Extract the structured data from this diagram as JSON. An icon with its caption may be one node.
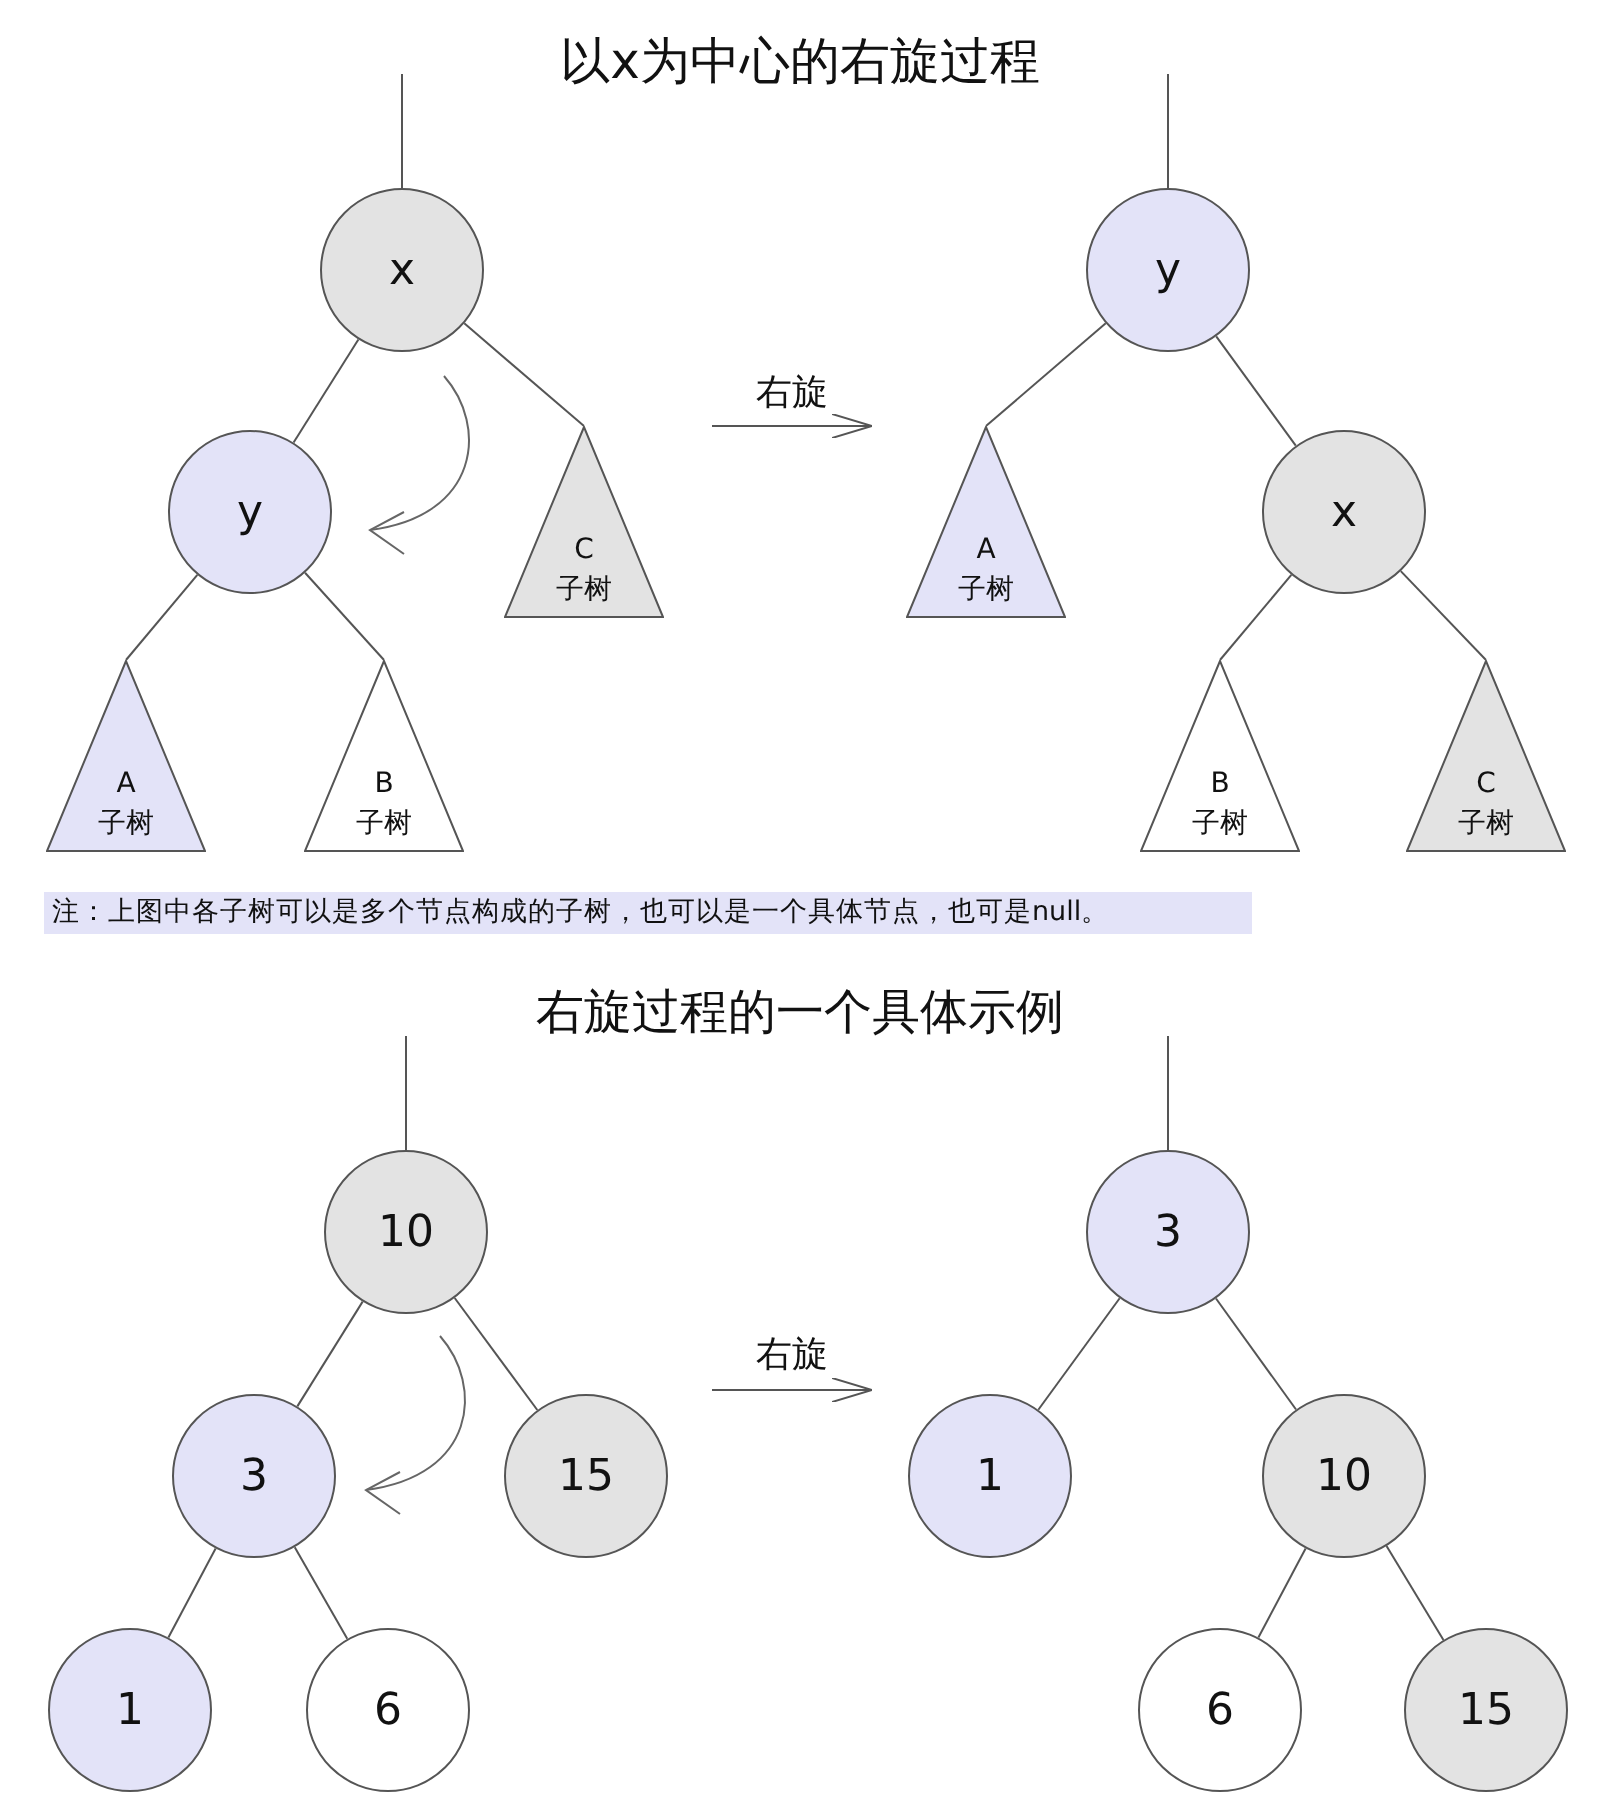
{
  "diagram": {
    "title": "以x为中心的右旋过程",
    "nodes": [
      {
        "text": [
          "x"
        ]
      },
      {
        "text": [
          "y"
        ]
      },
      {
        "text": [
          "C",
          "子树"
        ]
      },
      {
        "text": [
          "A",
          "子树"
        ]
      },
      {
        "text": [
          "B",
          "子树"
        ]
      },
      {
        "text": [
          "y"
        ]
      },
      {
        "text": [
          "A",
          "子树"
        ]
      },
      {
        "text": [
          "x"
        ]
      },
      {
        "text": [
          "B",
          "子树"
        ]
      },
      {
        "text": [
          "C",
          "子树"
        ]
      },
      {
        "text": [
          "10"
        ]
      },
      {
        "text": [
          "3"
        ]
      },
      {
        "text": [
          "15"
        ]
      },
      {
        "text": [
          "1"
        ]
      },
      {
        "text": [
          "6"
        ]
      },
      {
        "text": [
          "3"
        ]
      },
      {
        "text": [
          "1"
        ]
      },
      {
        "text": [
          "10"
        ]
      },
      {
        "text": [
          "6"
        ]
      },
      {
        "text": [
          "15"
        ]
      }
    ],
    "edges": [
      {
        "from": null,
        "to": 0,
        "arrow": "none"
      },
      {
        "from": 0,
        "to": 1,
        "arrow": "none"
      },
      {
        "from": 0,
        "to": 2,
        "arrow": "none"
      },
      {
        "from": 1,
        "to": 3,
        "arrow": "none"
      },
      {
        "from": 1,
        "to": 4,
        "arrow": "none"
      },
      {
        "from": null,
        "to": 5,
        "arrow": "none"
      },
      {
        "from": 5,
        "to": 6,
        "arrow": "none"
      },
      {
        "from": 5,
        "to": 7,
        "arrow": "none"
      },
      {
        "from": 7,
        "to": 8,
        "arrow": "none"
      },
      {
        "from": 7,
        "to": 9,
        "arrow": "none"
      },
      {
        "from": null,
        "to": 10,
        "arrow": "none"
      },
      {
        "from": 10,
        "to": 11,
        "arrow": "none"
      },
      {
        "from": 10,
        "to": 12,
        "arrow": "none"
      },
      {
        "from": 11,
        "to": 13,
        "arrow": "none"
      },
      {
        "from": 11,
        "to": 14,
        "arrow": "none"
      },
      {
        "from": null,
        "to": 15,
        "arrow": "none"
      },
      {
        "from": 15,
        "to": 16,
        "arrow": "none"
      },
      {
        "from": 15,
        "to": 17,
        "arrow": "none"
      },
      {
        "from": 17,
        "to": 18,
        "arrow": "none"
      },
      {
        "from": 17,
        "to": 19,
        "arrow": "none"
      }
    ],
    "labels": [
      "右旋",
      "注：上图中各子树可以是多个节点构成的子树，也可以是一个具体节点，也可是null。",
      "右旋过程的一个具体示例",
      "右旋"
    ]
  }
}
